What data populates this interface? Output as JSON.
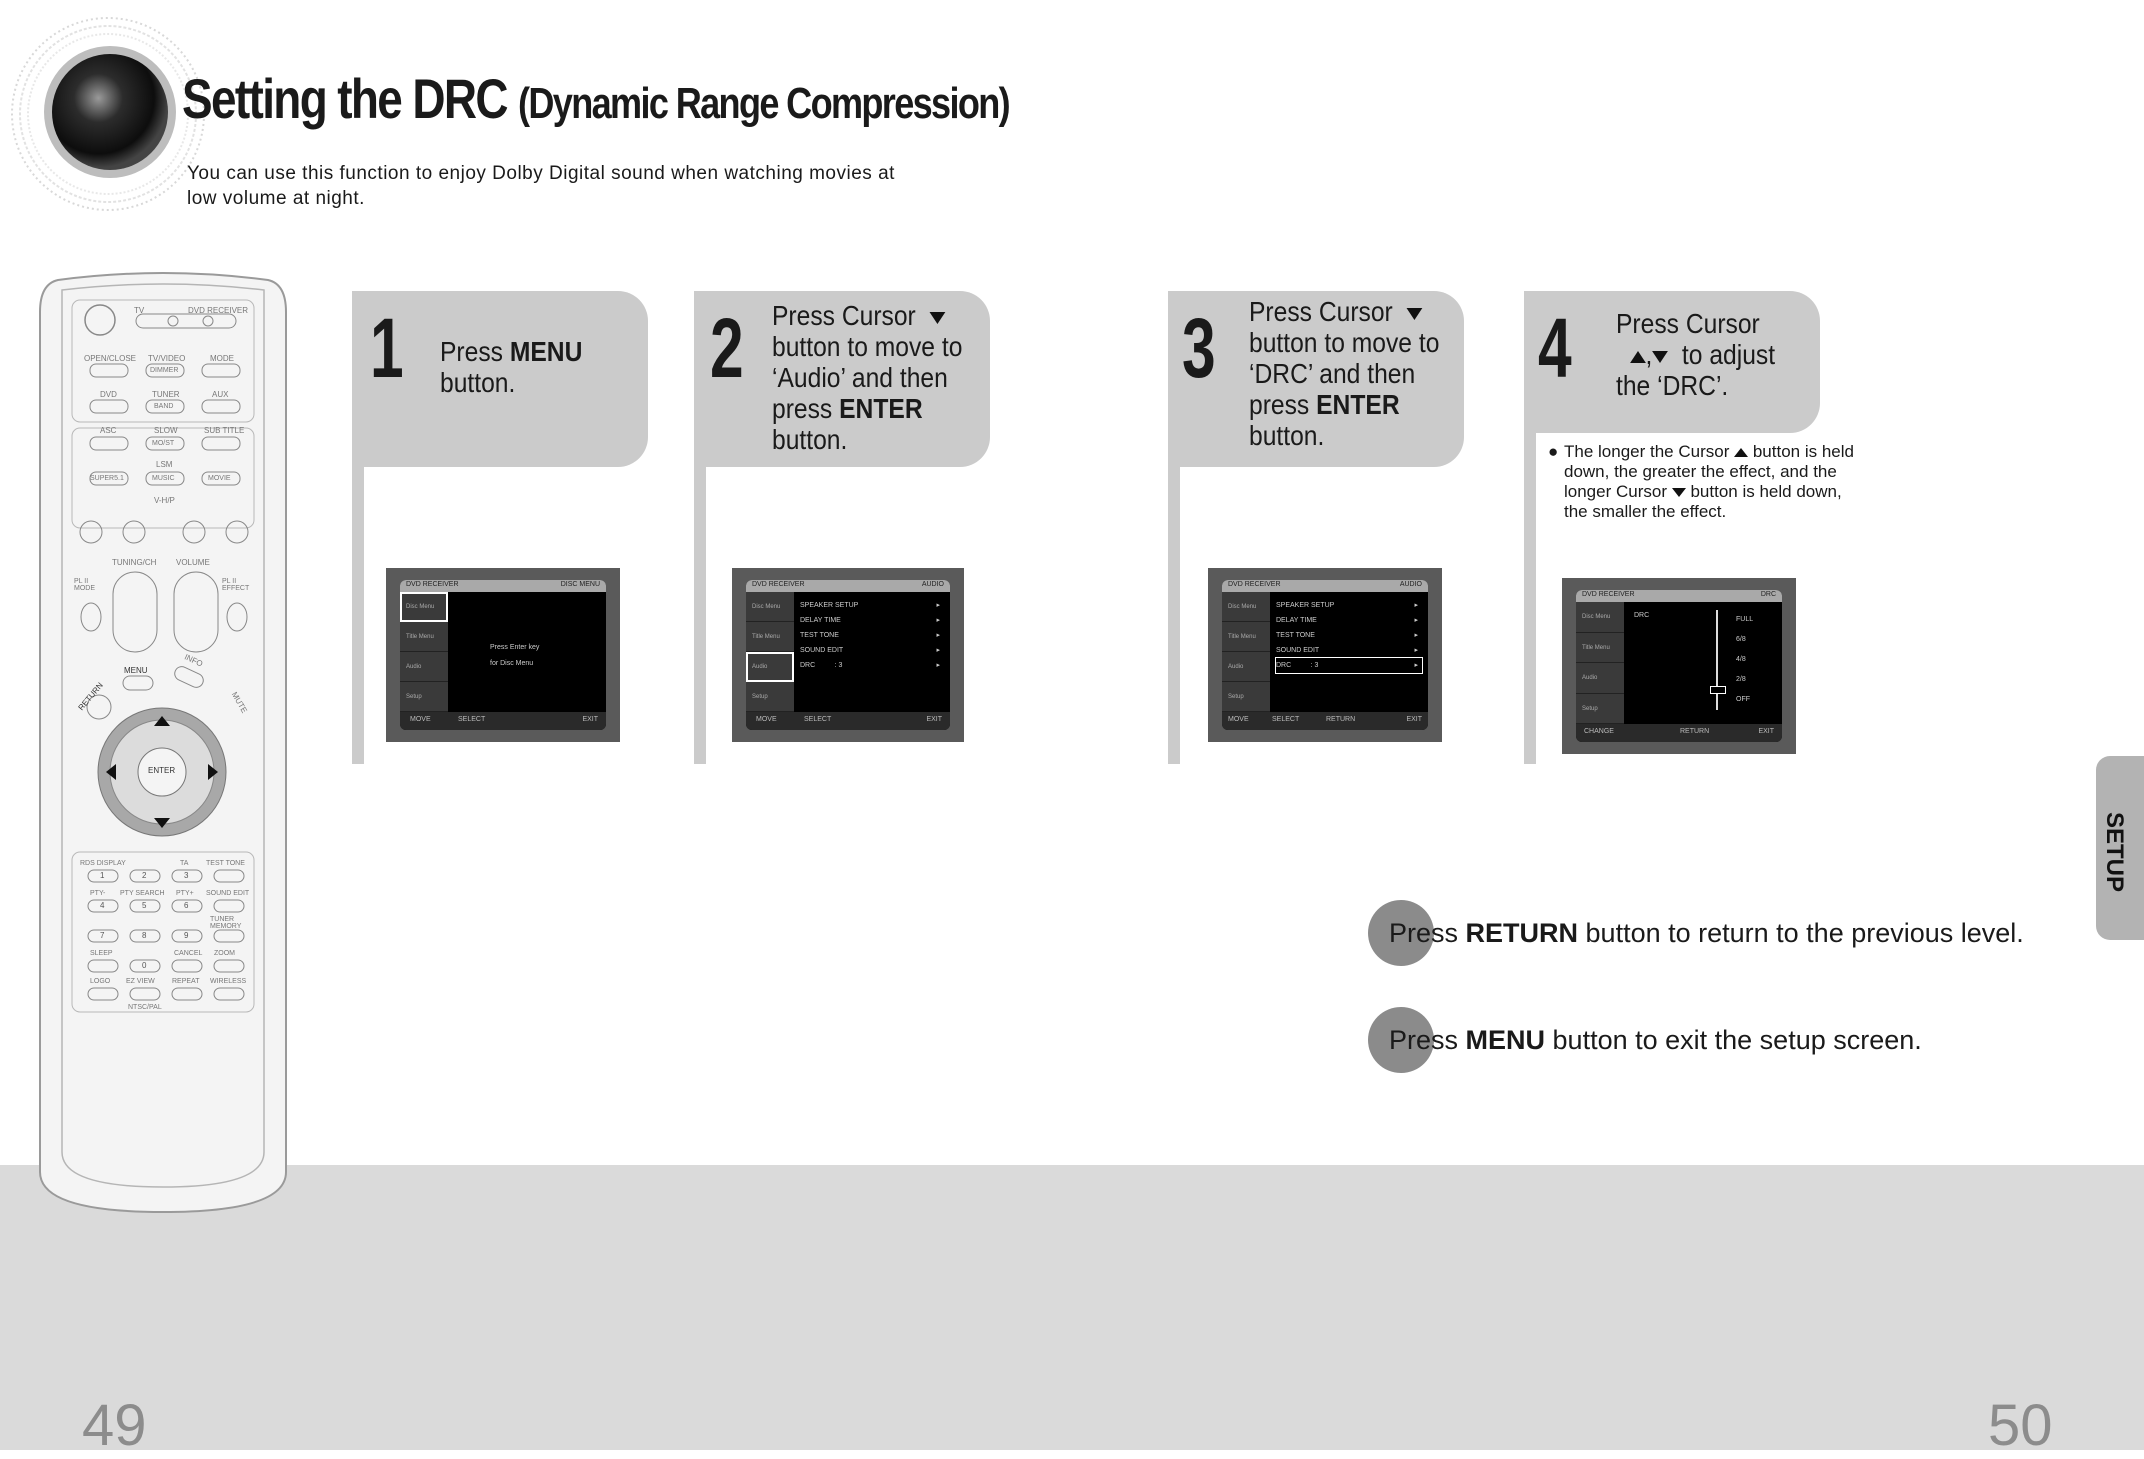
{
  "header": {
    "title_main": "Setting the DRC",
    "title_sub": "(Dynamic Range Compression)",
    "intro_line1": "You can use this function to enjoy Dolby Digital sound when watching movies at",
    "intro_line2": "low volume at night."
  },
  "remote": {
    "row1": [
      "TV",
      "DVD RECEIVER"
    ],
    "row2": [
      "OPEN/CLOSE",
      "TV/VIDEO",
      "MODE"
    ],
    "dimmer": "DIMMER",
    "row3": [
      "DVD",
      "TUNER",
      "AUX"
    ],
    "band": "BAND",
    "row4": [
      "ASC",
      "SLOW",
      "SUB TITLE"
    ],
    "mo_st": "MO/ST",
    "lsm": "LSM",
    "row5": [
      "SUPER5.1",
      "MUSIC",
      "MOVIE"
    ],
    "vhp": "V-H/P",
    "tuning": "TUNING/CH",
    "volume": "VOLUME",
    "pl_mode": "PL II MODE",
    "pl_effect": "PL II EFFECT",
    "return": "RETURN",
    "menu": "MENU",
    "info": "INFO",
    "mute": "MUTE",
    "enter": "ENTER",
    "rds": "RDS DISPLAY",
    "ta": "TA",
    "test_tone": "TEST TONE",
    "pty_minus": "PTY-",
    "pty_search": "PTY SEARCH",
    "pty_plus": "PTY+",
    "sound_edit": "SOUND EDIT",
    "tuner_memory": "TUNER MEMORY",
    "sleep": "SLEEP",
    "cancel": "CANCEL",
    "zoom": "ZOOM",
    "logo": "LOGO",
    "ez_view": "EZ VIEW",
    "repeat": "REPEAT",
    "wireless": "WIRELESS",
    "ntsc_pal": "NTSC/PAL",
    "digits": [
      "1",
      "2",
      "3",
      "4",
      "5",
      "6",
      "7",
      "8",
      "9",
      "0"
    ]
  },
  "steps": [
    {
      "num": "1",
      "pre": "Press ",
      "bold": "MENU",
      "post": "button."
    },
    {
      "num": "2",
      "l1": "Press Cursor",
      "l2": "button to move to",
      "l3": "‘Audio’ and then",
      "l4_pre": "press ",
      "l4_bold": "ENTER",
      "l5": "button."
    },
    {
      "num": "3",
      "l1": "Press Cursor",
      "l2": "button to move to",
      "l3": "‘DRC’ and then",
      "l4_pre": "press ",
      "l4_bold": "ENTER",
      "l5": "button."
    },
    {
      "num": "4",
      "l1": "Press Cursor",
      "l2_sep": ",",
      "l2_post": "to adjust",
      "l3": "the ‘DRC’."
    }
  ],
  "note": {
    "a": "The longer the Cursor",
    "b": "button is held",
    "c": "down, the greater the effect, and the",
    "d": "longer Cursor",
    "e": "button is held down,",
    "f": "the smaller the effect."
  },
  "screens": {
    "s1": {
      "top_left": "DVD RECEIVER",
      "top_right": "DISC MENU",
      "msg1": "Press Enter key",
      "msg2": "for Disc Menu",
      "b1": "MOVE",
      "b2": "SELECT",
      "b3": "EXIT"
    },
    "s2": {
      "top_left": "DVD RECEIVER",
      "top_right": "AUDIO",
      "items": [
        "SPEAKER SETUP",
        "DELAY TIME",
        "TEST TONE",
        "SOUND EDIT",
        "DRC"
      ],
      "drc_val": ": 3",
      "b1": "MOVE",
      "b2": "SELECT",
      "b3": "EXIT"
    },
    "s3": {
      "top_left": "DVD RECEIVER",
      "top_right": "AUDIO",
      "items": [
        "SPEAKER SETUP",
        "DELAY TIME",
        "TEST TONE",
        "SOUND EDIT",
        "DRC"
      ],
      "drc_val": ": 3",
      "b1": "MOVE",
      "b2": "SELECT",
      "b3": "RETURN",
      "b4": "EXIT"
    },
    "s4": {
      "top_left": "DVD RECEIVER",
      "top_right": "DRC",
      "label": "DRC",
      "levels": [
        "FULL",
        "6/8",
        "4/8",
        "2/8",
        "OFF"
      ],
      "b1": "CHANGE",
      "b2": "RETURN",
      "b3": "EXIT"
    },
    "side_items": [
      "Disc Menu",
      "Title Menu",
      "Audio",
      "Setup"
    ]
  },
  "hints": {
    "h1_pre": "Press ",
    "h1_bold": "RETURN",
    "h1_post": " button to return to the previous level.",
    "h2_pre": "Press ",
    "h2_bold": "MENU",
    "h2_post": " button to exit the setup screen."
  },
  "tab": {
    "label": "SETUP"
  },
  "pages": {
    "left": "49",
    "right": "50"
  }
}
